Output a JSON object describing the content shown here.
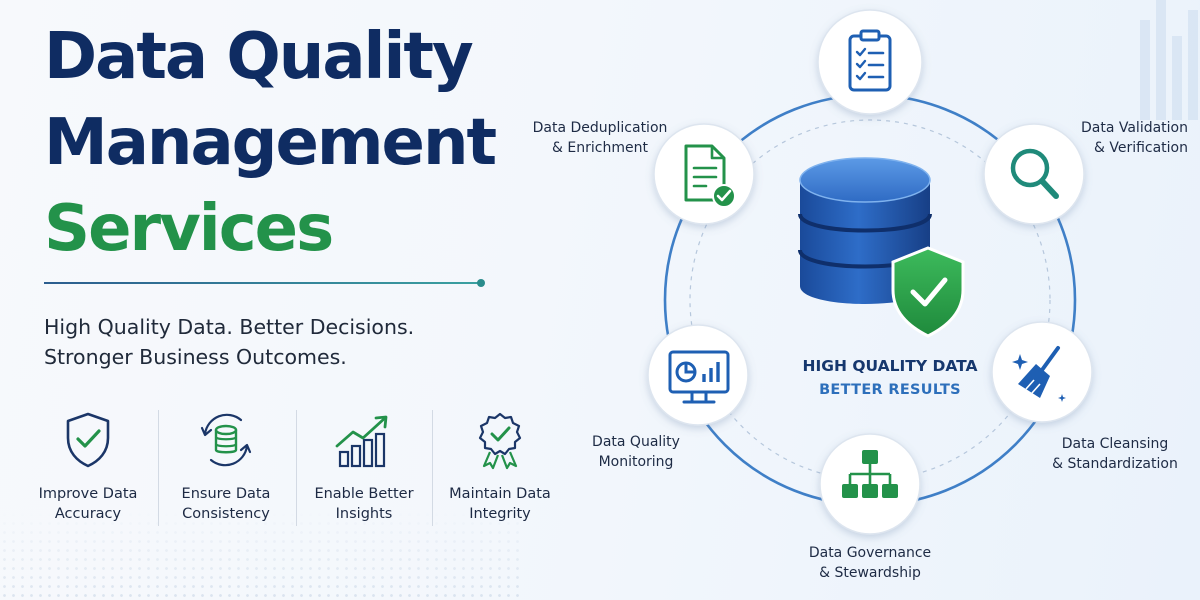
{
  "title": {
    "line1": "Data Quality",
    "line2": "Management",
    "line3": "Services"
  },
  "tagline": {
    "line1": "High Quality Data. Better Decisions.",
    "line2": "Stronger Business Outcomes."
  },
  "features": [
    {
      "line1": "Improve Data",
      "line2": "Accuracy",
      "icon": "shield-check-icon"
    },
    {
      "line1": "Ensure Data",
      "line2": "Consistency",
      "icon": "database-sync-icon"
    },
    {
      "line1": "Enable Better",
      "line2": "Insights",
      "icon": "growth-chart-icon"
    },
    {
      "line1": "Maintain Data",
      "line2": "Integrity",
      "icon": "badge-check-icon"
    }
  ],
  "center": {
    "line1": "HIGH QUALITY DATA",
    "line2": "BETTER RESULTS"
  },
  "nodes": [
    {
      "line1": "Data Deduplication",
      "line2": "& Enrichment",
      "icon": "document-check-icon"
    },
    {
      "line1": "Data Validation",
      "line2": "& Verification",
      "icon": "magnifier-icon"
    },
    {
      "line1": "Data Quality",
      "line2": "Monitoring",
      "icon": "monitor-chart-icon"
    },
    {
      "line1": "Data Cleansing",
      "line2": "& Standardization",
      "icon": "broom-icon"
    },
    {
      "line1": "Data Governance",
      "line2": "& Stewardship",
      "icon": "hierarchy-icon"
    }
  ],
  "colors": {
    "navy": "#0f2c62",
    "green": "#23924a",
    "blue": "#1e5fb3",
    "ring": "#3f7fc7"
  }
}
